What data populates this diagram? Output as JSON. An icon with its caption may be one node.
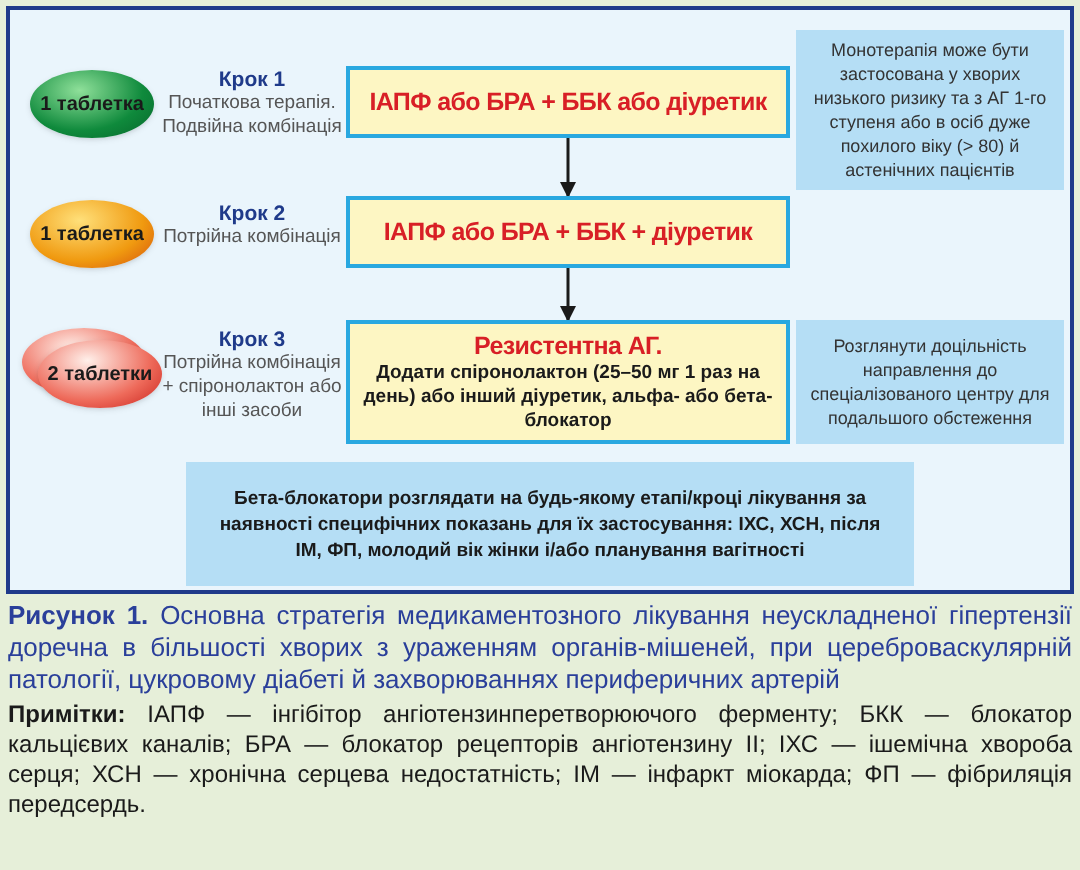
{
  "diagram": {
    "caption": "**Рисунок 1.** Основна стратегія медикаментозного лікування неускладненої гіпертензії доречна в більшості хворих з ураженням органів-мішеней, при цереброваскулярній патології, цукровому діабеті й захворюваннях периферичних артерій",
    "nodes": [
      {
        "text": [
          "1 таблетка"
        ]
      },
      {
        "text": [
          "ІАПФ або БРА + ББК або діуретик"
        ]
      },
      {
        "text": [
          "Монотерапія може бути застосована у хворих низького ризику та з АГ 1-го ступеня або в осіб дуже похилого віку (> 80) й астенічних пацієнтів"
        ]
      },
      {
        "text": [
          "1 таблетка"
        ]
      },
      {
        "text": [
          "ІАПФ або БРА + ББК + діуретик"
        ]
      },
      {
        "text": [
          "2 таблетки"
        ]
      },
      {
        "text": [
          "Резистентна АГ.",
          "Додати спіронолактон (25–50 мг 1 раз на день) або інший діуретик, альфа- або бета-блокатор"
        ]
      },
      {
        "text": [
          "Розглянути доцільність направлення до спеціалізованого центру для подальшого обстеження"
        ]
      },
      {
        "text": [
          "Бета-блокатори розглядати на будь-якому етапі/кроці лікування за наявності специфічних показань для їх застосування: ІХС, ХСН, після ІМ, ФП, молодий вік жінки і/або планування вагітності"
        ]
      }
    ],
    "edges": [
      {
        "from": 1,
        "to": 4,
        "arrow": "to"
      },
      {
        "from": 4,
        "to": 6,
        "arrow": "to"
      }
    ],
    "labels": [
      "Крок 1",
      "Початкова терапія. Подвійна комбінація",
      "Крок 2",
      "Потрійна комбінація",
      "Крок 3",
      "Потрійна комбінація + спіронолактон або інші засоби",
      "**Примітки:** ІАПФ — інгібітор ангіотензинперетворюючого ферменту; БКК — блокатор кальцієвих каналів; БРА — блокатор рецепторів ангіотензину II; ІХС — ішемічна хвороба серця; ХСН — хронічна серцева недостатність; ІМ — інфаркт міокарда; ФП — фібриляція передсердь."
    ]
  }
}
